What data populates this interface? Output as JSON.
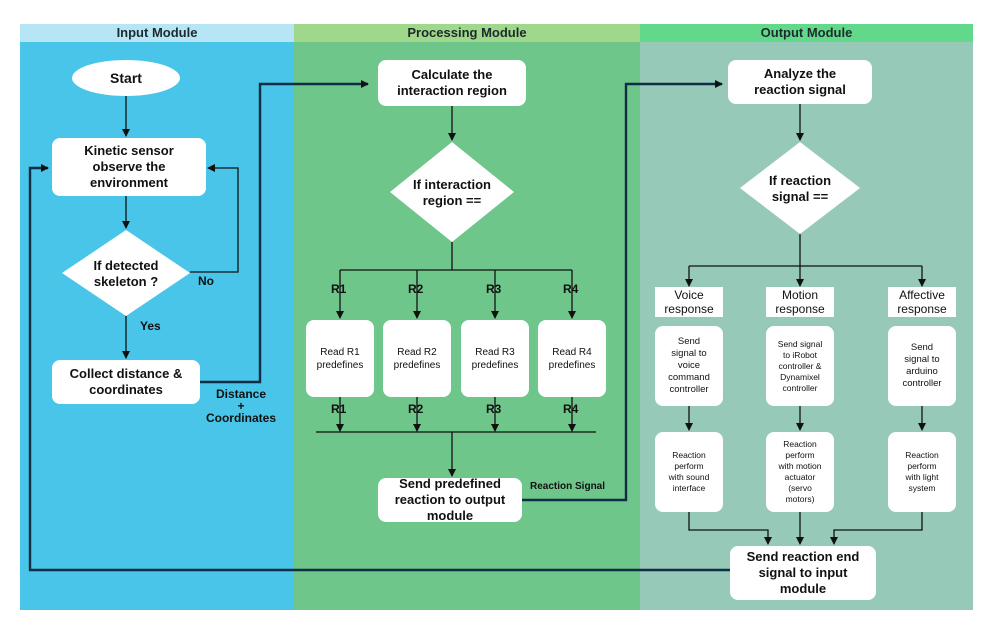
{
  "columns": {
    "input": {
      "title": "Input Module",
      "color": "#48c5e8",
      "header_color": "#b6e6f5"
    },
    "process": {
      "title": "Processing Module",
      "color": "#6fc68b",
      "header_color": "#9fd88b"
    },
    "output": {
      "title": "Output Module",
      "color": "#96c9b7",
      "header_color": "#62d98a"
    }
  },
  "input": {
    "start": "Start",
    "sensor": "Kinetic sensor\nobserve the\nenvironment",
    "decision": "If detected\nskeleton ?",
    "no": "No",
    "yes": "Yes",
    "collect": "Collect distance &\ncoordinates",
    "distance_label": "Distance\n+\nCoordinates"
  },
  "process": {
    "calc": "Calculate the\ninteraction region",
    "decision": "If interaction\nregion ==",
    "regions": [
      {
        "label": "R1",
        "box": "Read R1\npredefines"
      },
      {
        "label": "R2",
        "box": "Read R2\npredefines"
      },
      {
        "label": "R3",
        "box": "Read R3\npredefines"
      },
      {
        "label": "R4",
        "box": "Read R4\npredefines"
      }
    ],
    "send": "Send predefined\nreaction to output\nmodule",
    "reaction_signal": "Reaction  Signal"
  },
  "output": {
    "analyze": "Analyze the\nreaction signal",
    "decision": "If reaction\nsignal ==",
    "responses": [
      {
        "title": "Voice\nresponse",
        "signal": "Send\nsignal to\nvoice\ncommand\ncontroller",
        "perform": "Reaction\nperform\nwith sound\ninterface"
      },
      {
        "title": "Motion\nresponse",
        "signal": "Send signal\nto iRobot\ncontroller &\nDynamixel\ncontroller",
        "perform": "Reaction\nperform\nwith motion\nactuator\n(servo\nmotors)"
      },
      {
        "title": "Affective\nresponse",
        "signal": "Send\nsignal to\narduino\ncontroller",
        "perform": "Reaction\nperform\nwith light\nsystem"
      }
    ],
    "end": "Send reaction end\nsignal to input\nmodule"
  }
}
